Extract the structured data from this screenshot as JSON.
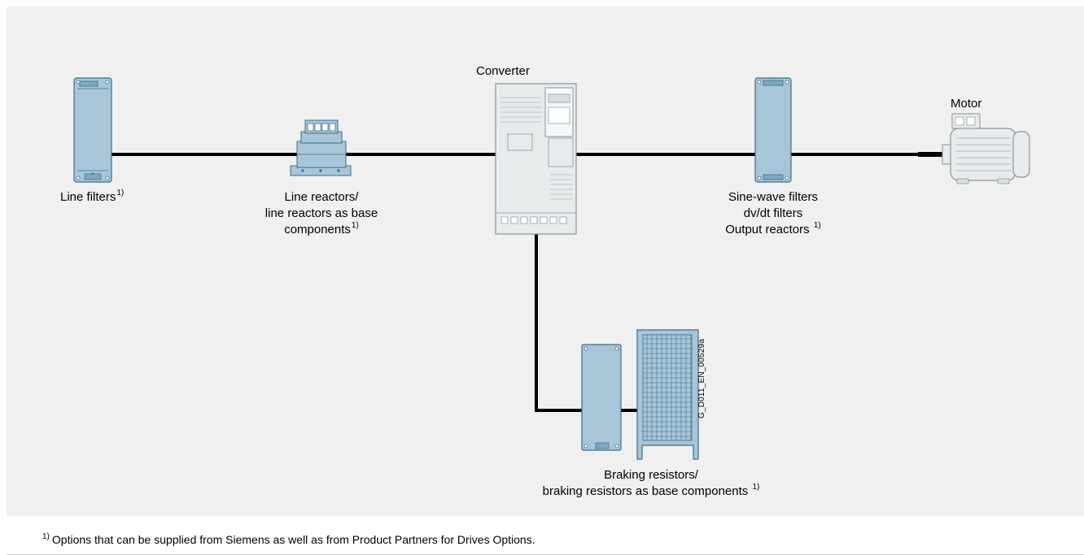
{
  "converter": {
    "label": "Converter"
  },
  "motor": {
    "label": "Motor"
  },
  "line_filters": {
    "label": "Line filters",
    "note": "1)"
  },
  "line_reactors": {
    "line1": "Line reactors/",
    "line2": "line reactors as base",
    "line3": "components",
    "note": "1)"
  },
  "output_devices": {
    "line1": "Sine-wave filters",
    "line2": "dv/dt filters",
    "line3": "Output reactors",
    "note": "1)"
  },
  "braking_resistors": {
    "line1": "Braking resistors/",
    "line2": "braking resistors as base components",
    "note": "1)"
  },
  "document_id": "G_D011_EN_00529a",
  "footnote": {
    "mark": "1)",
    "text": "Options that can be supplied from Siemens as well as from Product Partners for Drives Options."
  },
  "colors": {
    "component_fill": "#a8c6d8",
    "component_stroke": "#3c6e8a",
    "converter_fill": "#e8ebec",
    "connection_line": "#000000",
    "background": "#f0f0f0"
  }
}
